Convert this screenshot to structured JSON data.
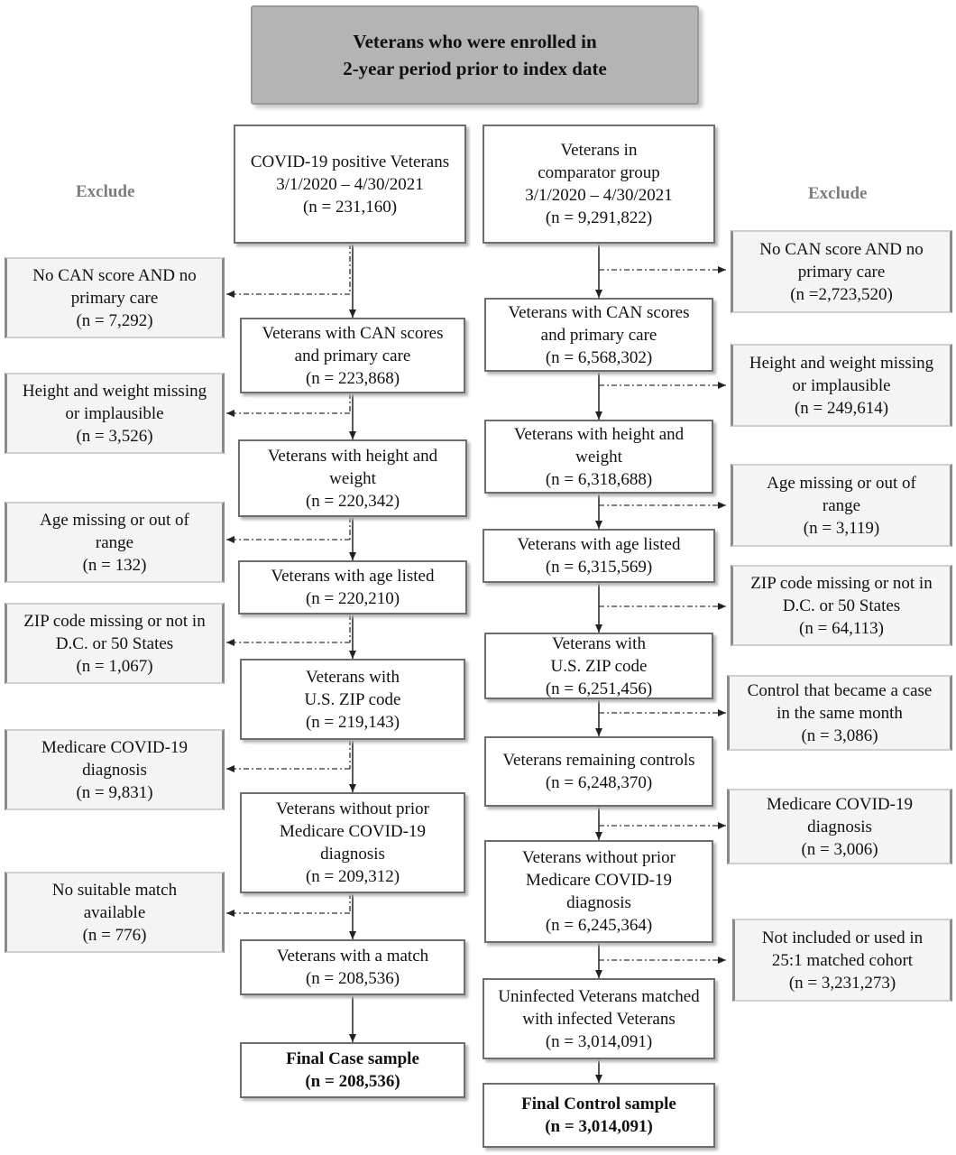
{
  "title": [
    "Veterans who were enrolled in",
    "2-year period prior to index date"
  ],
  "exclude_left": "Exclude",
  "exclude_right": "Exclude",
  "left": {
    "top": [
      "COVID-19 positive Veterans",
      "3/1/2020 – 4/30/2021",
      "(n = 231,160)"
    ],
    "steps": [
      [
        "Veterans with CAN scores",
        "and primary care",
        "(n = 223,868)"
      ],
      [
        "Veterans with height and",
        "weight",
        "(n = 220,342)"
      ],
      [
        "Veterans with age listed",
        "(n = 220,210)"
      ],
      [
        "Veterans with",
        "U.S. ZIP code",
        "(n = 219,143)"
      ],
      [
        "Veterans without prior",
        "Medicare COVID-19",
        "diagnosis",
        "(n = 209,312)"
      ],
      [
        "Veterans with a match",
        "(n = 208,536)"
      ]
    ],
    "final": [
      "Final Case sample",
      "(n = 208,536)"
    ],
    "exclusions": [
      [
        "No CAN score AND no",
        "primary care",
        "(n = 7,292)"
      ],
      [
        "Height and weight missing",
        "or implausible",
        "(n = 3,526)"
      ],
      [
        "Age missing or out of",
        "range",
        "(n = 132)"
      ],
      [
        "ZIP code missing or not in",
        "D.C. or 50 States",
        "(n = 1,067)"
      ],
      [
        "Medicare COVID-19",
        "diagnosis",
        "(n = 9,831)"
      ],
      [
        "No suitable match",
        "available",
        "(n = 776)"
      ]
    ]
  },
  "right": {
    "top": [
      "Veterans in",
      "comparator group",
      "3/1/2020 – 4/30/2021",
      "(n = 9,291,822)"
    ],
    "steps": [
      [
        "Veterans with CAN scores",
        "and primary care",
        "(n = 6,568,302)"
      ],
      [
        "Veterans with height and",
        "weight",
        "(n = 6,318,688)"
      ],
      [
        "Veterans with age listed",
        "(n = 6,315,569)"
      ],
      [
        "Veterans with",
        "U.S. ZIP code",
        "(n = 6,251,456)"
      ],
      [
        "Veterans remaining controls",
        "(n = 6,248,370)"
      ],
      [
        "Veterans without prior",
        "Medicare COVID-19",
        "diagnosis",
        "(n = 6,245,364)"
      ],
      [
        "Uninfected Veterans matched",
        "with infected Veterans",
        "(n = 3,014,091)"
      ]
    ],
    "final": [
      "Final Control sample",
      "(n = 3,014,091)"
    ],
    "exclusions": [
      [
        "No CAN score AND no",
        "primary care",
        "(n =2,723,520)"
      ],
      [
        "Height and weight missing",
        "or implausible",
        "(n = 249,614)"
      ],
      [
        "Age missing or out of",
        "range",
        "(n = 3,119)"
      ],
      [
        "ZIP code missing or not in",
        "D.C. or 50 States",
        "(n = 64,113)"
      ],
      [
        "Control that became a case",
        "in the same month",
        "(n = 3,086)"
      ],
      [
        "Medicare COVID-19",
        "diagnosis",
        "(n = 3,006)"
      ],
      [
        "Not included or used in",
        "25:1 matched cohort",
        "(n = 3,231,273)"
      ]
    ]
  }
}
